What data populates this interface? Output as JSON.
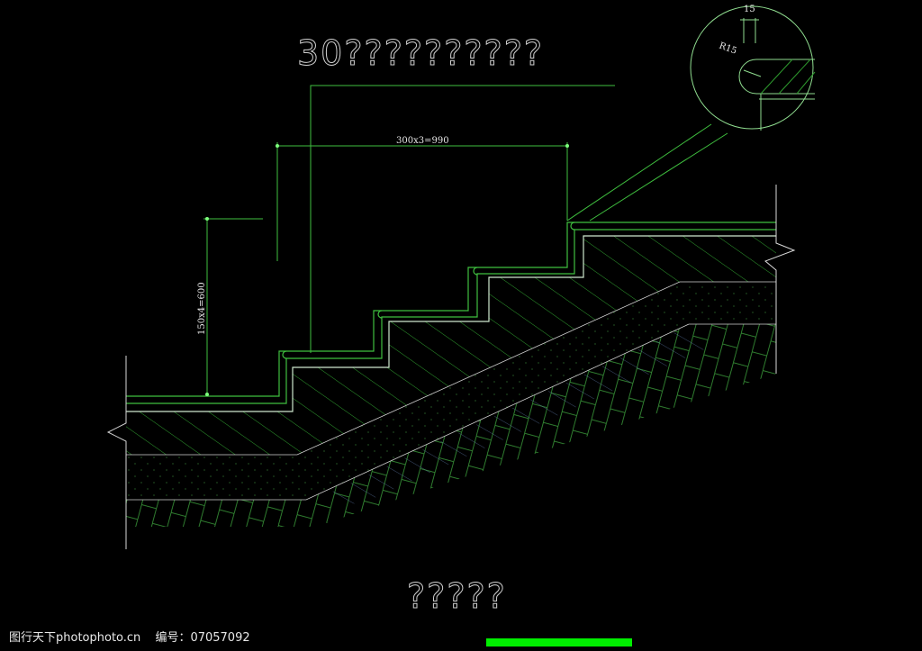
{
  "drawing": {
    "title": "30??????????",
    "subtitle": "?????",
    "dim_horizontal": "300x3=990",
    "dim_vertical": "150x4=600",
    "detail_width": "15",
    "detail_radius": "R15"
  },
  "watermark": {
    "site": "图行天下photophoto.cn",
    "id_label": "编号：",
    "id_value": "07057092"
  },
  "colors": {
    "line": "#3fbf3f",
    "bright": "#7dff7d",
    "white": "#e0e0e0",
    "bar": "#00ee00"
  }
}
